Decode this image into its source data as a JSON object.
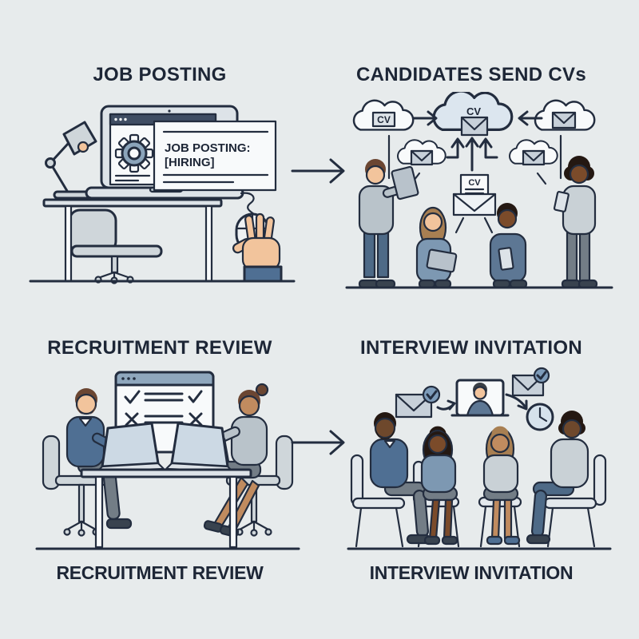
{
  "panels": {
    "job_posting": {
      "title": "JOB POSTING",
      "screen": {
        "heading": "JOB POSTING:",
        "subheading": "[HIRING]"
      }
    },
    "candidates": {
      "title": "CANDIDATES SEND CVs",
      "cloud_label": "CV",
      "badge_label": "CV",
      "letter_label": "CV"
    },
    "review": {
      "title": "RECRUITMENT REVIEW",
      "caption": "RECRUITMENT REVIEW"
    },
    "interview": {
      "title": "INTERVIEW INVITATION",
      "caption": "INTERVIEW INVITATION"
    }
  },
  "palette": {
    "background": "#e7ebec",
    "outline": "#232d3f",
    "title-text": "#1d2636",
    "surface-light": "#dde3e8",
    "surface-white": "#f8fafb",
    "titlebar-navy": "#3f4d63",
    "titlebar-slate": "#8fa7bd",
    "screen-blue": "#ccd9e4",
    "cloud-blue": "#dce6ef",
    "gear-blue": "#8ba4ba",
    "envelope-gray": "#c7d0d9",
    "badge-blue": "#7e9cba",
    "clock-face": "#d6e2ec",
    "skin-light": "#f2c49c",
    "skin-medium": "#c08b5f",
    "skin-dark": "#7b4b2a",
    "skin-deep": "#6e482c",
    "hair-brown": "#6b4632",
    "hair-dark": "#241812",
    "hair-light-brown": "#a87f52",
    "sweater-blue": "#4f6f93",
    "top-slate": "#7d98b2",
    "shirt-steel": "#5d7794",
    "top-gray": "#b9c3ca",
    "top-light": "#c9d1d6",
    "pants-gray": "#737d86",
    "denim-blue": "#4e6a87",
    "chair-gray": "#cfd6da",
    "shoe-dark": "#39434f"
  }
}
